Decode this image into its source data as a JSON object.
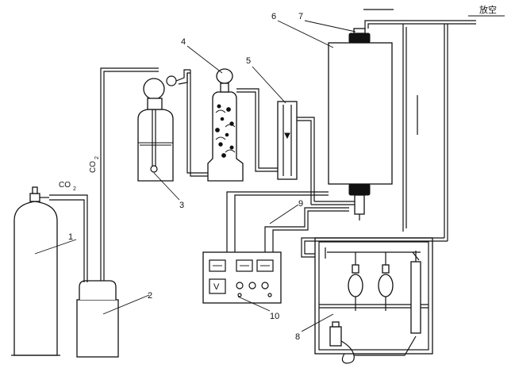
{
  "labels": {
    "n1": "1",
    "n2": "2",
    "n3": "3",
    "n4": "4",
    "n5": "5",
    "n6": "6",
    "n7": "7",
    "n8": "8",
    "n9": "9",
    "n10": "10"
  },
  "gas": {
    "co2_horizontal": "CO",
    "co2_horizontal_sub": "2",
    "co2_vertical": "CO",
    "co2_vertical_sub": "2",
    "vent": "放空"
  },
  "controller": {
    "voltmeter_label": "V"
  }
}
